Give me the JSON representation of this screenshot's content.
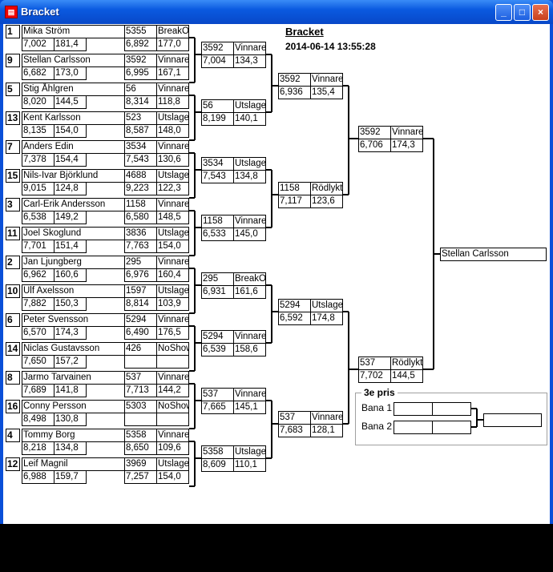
{
  "window": {
    "title": "Bracket",
    "buttons": [
      "_",
      "□",
      "×"
    ]
  },
  "heading": "Bracket",
  "datetime": "2014-06-14 13:55:28",
  "players": [
    [
      "1",
      "Mika Ström",
      "7,002",
      "181,4"
    ],
    [
      "9",
      "Stellan Carlsson",
      "6,682",
      "173,0"
    ],
    [
      "5",
      "Stig Åhlgren",
      "8,020",
      "144,5"
    ],
    [
      "13",
      "Kent Karlsson",
      "8,135",
      "154,0"
    ],
    [
      "7",
      "Anders Edin",
      "7,378",
      "154,4"
    ],
    [
      "15",
      "Nils-Ivar Björklund",
      "9,015",
      "124,8"
    ],
    [
      "3",
      "Carl-Erik Andersson",
      "6,538",
      "149,2"
    ],
    [
      "11",
      "Joel Skoglund",
      "7,701",
      "151,4"
    ],
    [
      "2",
      "Jan Ljungberg",
      "6,962",
      "160,6"
    ],
    [
      "10",
      "Ulf Axelsson",
      "7,882",
      "150,3"
    ],
    [
      "6",
      "Peter Svensson",
      "6,570",
      "174,3"
    ],
    [
      "14",
      "Niclas Gustavsson",
      "7,650",
      "157,2"
    ],
    [
      "8",
      "Jarmo Tarvainen",
      "7,689",
      "141,8"
    ],
    [
      "16",
      "Conny Persson",
      "8,498",
      "130,8"
    ],
    [
      "4",
      "Tommy Borg",
      "8,218",
      "134,8"
    ],
    [
      "12",
      "Leif Magnil",
      "6,988",
      "159,7"
    ]
  ],
  "round1": [
    [
      "5355",
      "BreakOut",
      "6,892",
      "177,0"
    ],
    [
      "3592",
      "Vinnare",
      "6,995",
      "167,1"
    ],
    [
      "56",
      "Vinnare",
      "8,314",
      "118,8"
    ],
    [
      "523",
      "Utslagen",
      "8,587",
      "148,0"
    ],
    [
      "3534",
      "Vinnare",
      "7,543",
      "130,6"
    ],
    [
      "4688",
      "Utslagen",
      "9,223",
      "122,3"
    ],
    [
      "1158",
      "Vinnare",
      "6,580",
      "148,5"
    ],
    [
      "3836",
      "Utslagen",
      "7,763",
      "154,0"
    ],
    [
      "295",
      "Vinnare",
      "6,976",
      "160,4"
    ],
    [
      "1597",
      "Utslagen",
      "8,814",
      "103,9"
    ],
    [
      "5294",
      "Vinnare",
      "6,490",
      "176,5"
    ],
    [
      "426",
      "NoShow",
      "",
      ""
    ],
    [
      "537",
      "Vinnare",
      "7,713",
      "144,2"
    ],
    [
      "5303",
      "NoShow",
      "",
      ""
    ],
    [
      "5358",
      "Vinnare",
      "8,650",
      "109,6"
    ],
    [
      "3969",
      "Utslagen",
      "7,257",
      "154,0"
    ]
  ],
  "round2": [
    [
      "3592",
      "Vinnare",
      "7,004",
      "134,3"
    ],
    [
      "56",
      "Utslagen",
      "8,199",
      "140,1"
    ],
    [
      "3534",
      "Utslagen",
      "7,543",
      "134,8"
    ],
    [
      "1158",
      "Vinnare",
      "6,533",
      "145,0"
    ],
    [
      "295",
      "BreakOut",
      "6,931",
      "161,6"
    ],
    [
      "5294",
      "Vinnare",
      "6,539",
      "158,6"
    ],
    [
      "537",
      "Vinnare",
      "7,665",
      "145,1"
    ],
    [
      "5358",
      "Utslagen",
      "8,609",
      "110,1"
    ]
  ],
  "round3": [
    [
      "3592",
      "Vinnare",
      "6,936",
      "135,4"
    ],
    [
      "1158",
      "Rödlykta",
      "7,117",
      "123,6"
    ],
    [
      "5294",
      "Utslagen",
      "6,592",
      "174,8"
    ],
    [
      "537",
      "Vinnare",
      "7,683",
      "128,1"
    ]
  ],
  "round4": [
    [
      "3592",
      "Vinnare",
      "6,706",
      "174,3"
    ],
    [
      "537",
      "Rödlykta",
      "7,702",
      "144,5"
    ]
  ],
  "champion": "Stellan Carlsson",
  "third_prize": {
    "title": "3e pris",
    "lane1": "Bana 1",
    "lane2": "Bana 2"
  }
}
